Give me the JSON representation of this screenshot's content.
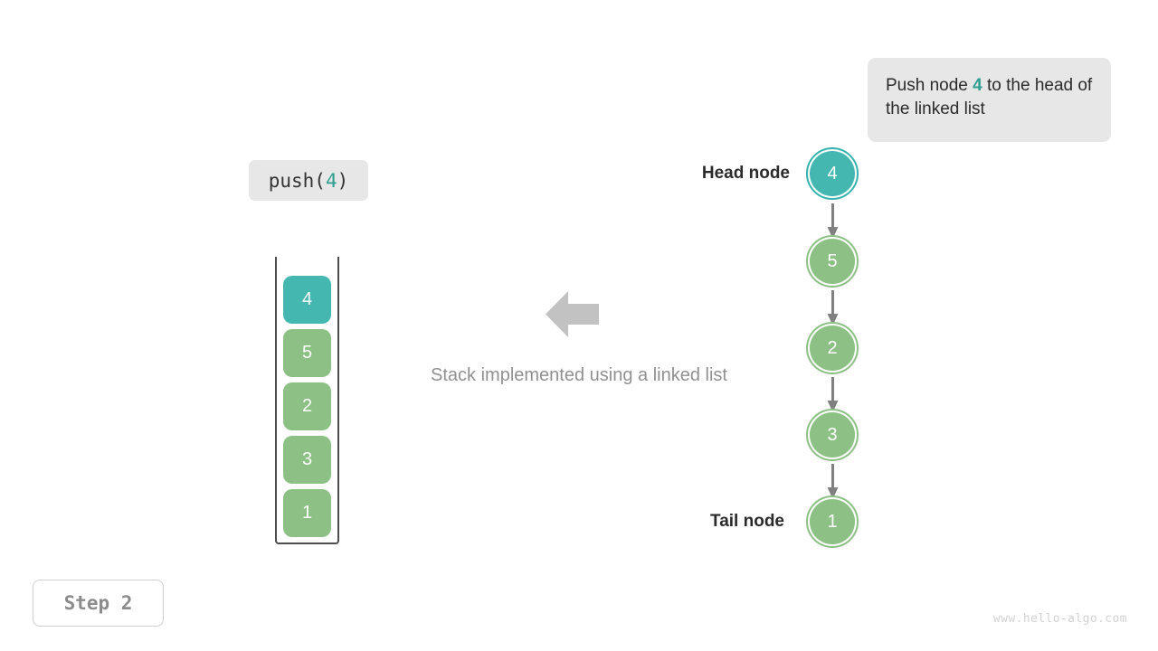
{
  "callout": {
    "text_before": "Push node ",
    "value": "4",
    "text_after": " to the head of the linked list"
  },
  "operation_badge": {
    "prefix": "push(",
    "value": "4",
    "suffix": ")"
  },
  "step_badge": {
    "label": "Step 2"
  },
  "watermark": {
    "text": "www.hello-algo.com"
  },
  "center": {
    "caption": "Stack implemented using a linked list",
    "arrow_icon": "arrow-left-icon"
  },
  "stack": {
    "title": "stack-container",
    "cells": [
      {
        "value": "4",
        "color": "#44b8b0",
        "highlighted": true
      },
      {
        "value": "5",
        "color": "#8cc084",
        "highlighted": false
      },
      {
        "value": "2",
        "color": "#8cc084",
        "highlighted": false
      },
      {
        "value": "3",
        "color": "#8cc084",
        "highlighted": false
      },
      {
        "value": "1",
        "color": "#8cc084",
        "highlighted": false
      }
    ]
  },
  "linked_list": {
    "head_label": "Head node",
    "tail_label": "Tail node",
    "nodes": [
      {
        "value": "4",
        "color": "#44b8b0",
        "highlighted": true
      },
      {
        "value": "5",
        "color": "#8cc084",
        "highlighted": false
      },
      {
        "value": "2",
        "color": "#8cc084",
        "highlighted": false
      },
      {
        "value": "3",
        "color": "#8cc084",
        "highlighted": false
      },
      {
        "value": "1",
        "color": "#8cc084",
        "highlighted": false
      }
    ]
  },
  "colors": {
    "accent_teal": "#44b8b0",
    "node_green": "#8cc084",
    "badge_grey": "#e7e7e7",
    "arrow_grey": "#808080",
    "caption_grey": "#909090"
  }
}
